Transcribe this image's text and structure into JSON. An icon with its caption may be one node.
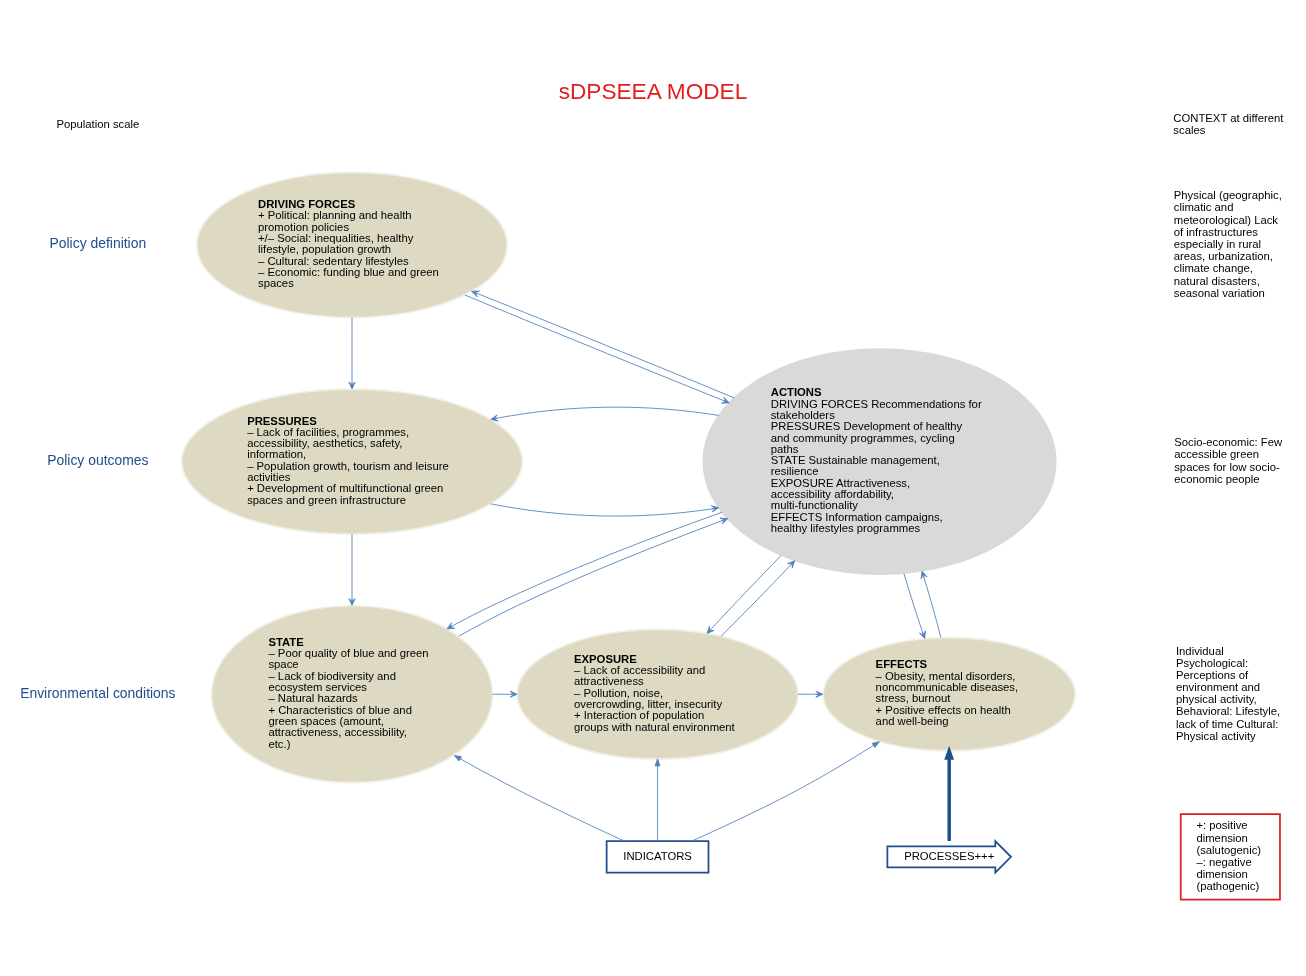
{
  "diagram": {
    "title": "sDPSEEA MODEL",
    "nodes": [
      {
        "text": [
          "DRIVING FORCES",
          "+ Political: planning and health promotion policies",
          "+/– Social: inequalities, healthy lifestyle, population growth",
          "– Cultural: sedentary lifestyles",
          "– Economic: funding blue and green spaces"
        ]
      },
      {
        "text": [
          "PRESSURES",
          "– Lack of facilities, programmes, accessibility, aesthetics, safety, information,",
          "– Population growth, tourism and leisure activities",
          "+ Development of multifunctional green spaces and green infrastructure"
        ]
      },
      {
        "text": [
          "STATE",
          "– Poor quality of blue and green space",
          "– Lack of biodiversity and ecosystem services",
          "– Natural hazards",
          "+ Characteristics of blue and green spaces (amount, attractiveness, accessibility, etc.)"
        ]
      },
      {
        "text": [
          "EXPOSURE",
          "– Lack of accessibility and attractiveness",
          "– Pollution, noise, overcrowding, litter, insecurity",
          "+ Interaction of population groups with natural environment"
        ]
      },
      {
        "text": [
          "EFFECTS",
          "– Obesity, mental disorders, noncommunicable diseases, stress, burnout",
          "+ Positive effects on health and well-being"
        ]
      },
      {
        "text": [
          "ACTIONS",
          "DRIVING FORCES Recommendations for stakeholders",
          "PRESSURES Development of healthy and community programmes, cycling paths",
          "STATE Sustainable management, resilience",
          "EXPOSURE Attractiveness, accessibility affordability, multi-functionality",
          "EFFECTS Information campaigns, healthy lifestyles programmes"
        ]
      },
      {
        "text": [
          "INDICATORS"
        ]
      },
      {
        "text": [
          "PROCESSES+++"
        ]
      },
      {
        "text": [
          "+: positive dimension (salutogenic)",
          "–: negative dimension (pathogenic)"
        ]
      }
    ],
    "edges": [
      {
        "from": 0,
        "to": 5,
        "arrow": "to"
      },
      {
        "from": 5,
        "to": 0,
        "arrow": "to"
      },
      {
        "from": 0,
        "to": 1,
        "arrow": "to"
      },
      {
        "from": 1,
        "to": 5,
        "arrow": "to"
      },
      {
        "from": 5,
        "to": 1,
        "arrow": "to"
      },
      {
        "from": 1,
        "to": 2,
        "arrow": "to"
      },
      {
        "from": 2,
        "to": 5,
        "arrow": "to"
      },
      {
        "from": 5,
        "to": 2,
        "arrow": "to"
      },
      {
        "from": 3,
        "to": 5,
        "arrow": "to"
      },
      {
        "from": 5,
        "to": 3,
        "arrow": "to"
      },
      {
        "from": 5,
        "to": 4,
        "arrow": "to"
      },
      {
        "from": 4,
        "to": 5,
        "arrow": "to"
      },
      {
        "from": 2,
        "to": 3,
        "arrow": "to"
      },
      {
        "from": 3,
        "to": 4,
        "arrow": "to"
      },
      {
        "from": 6,
        "to": 2,
        "arrow": "to"
      },
      {
        "from": 6,
        "to": 3,
        "arrow": "to"
      },
      {
        "from": 6,
        "to": 4,
        "arrow": "to"
      },
      {
        "from": 7,
        "to": 4,
        "arrow": "to",
        "style": "thick",
        "color": "#1f4e8c"
      }
    ],
    "labels": [
      "Population scale",
      "Policy definition",
      "Policy outcomes",
      "Environmental conditions",
      "CONTEXT at different scales",
      "Physical (geographic, climatic and meteorological) Lack of infrastructures especially in rural areas, urbanization, climate change, natural disasters, seasonal variation",
      "Socio-economic: Few accessible green spaces for low socio-economic people",
      "Individual Psychological: Perceptions of environment and physical activity, Behavioral: Lifestyle, lack of time Cultural: Physical activity"
    ]
  }
}
